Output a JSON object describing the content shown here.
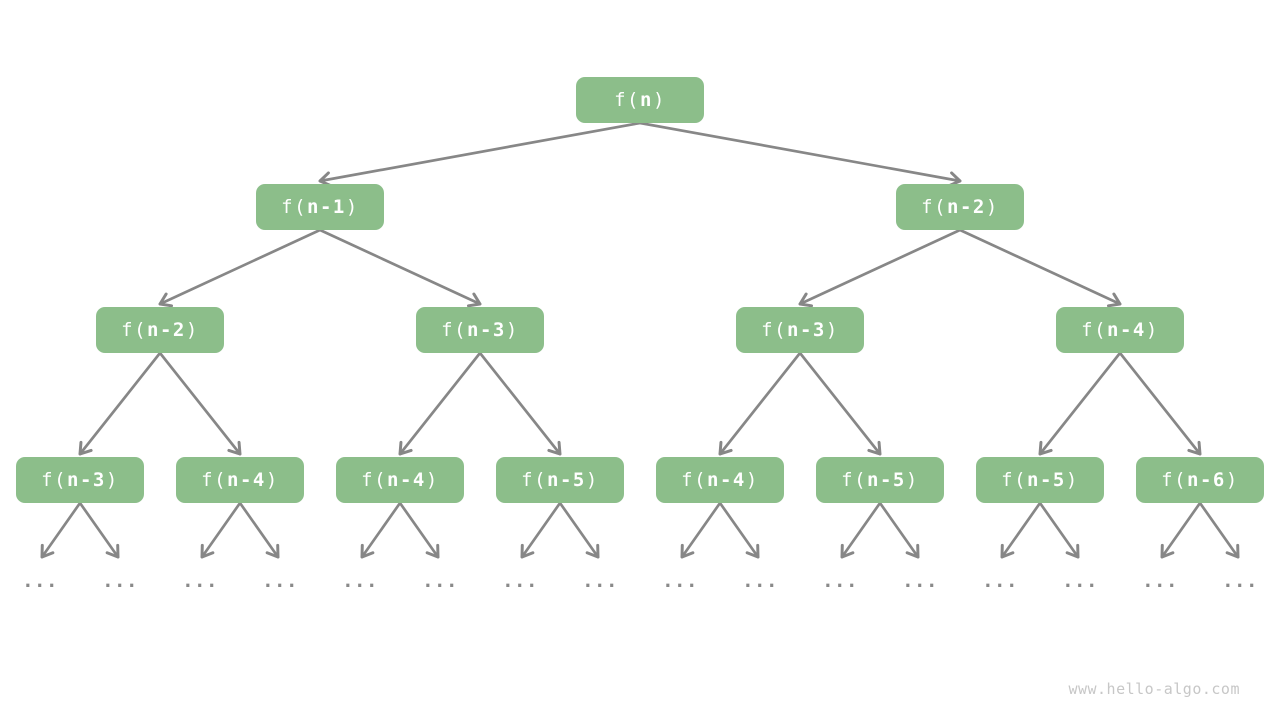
{
  "canvas": {
    "background": "#ffffff"
  },
  "colors": {
    "node_fill": "#8cbe8a",
    "node_text": "#ffffff",
    "edge": "#878787",
    "ellipsis": "#8a8a8a",
    "watermark": "#c7c7c7"
  },
  "tree": {
    "levels": [
      [
        "f(n)"
      ],
      [
        "f(n-1)",
        "f(n-2)"
      ],
      [
        "f(n-2)",
        "f(n-3)",
        "f(n-3)",
        "f(n-4)"
      ],
      [
        "f(n-3)",
        "f(n-4)",
        "f(n-4)",
        "f(n-5)",
        "f(n-4)",
        "f(n-5)",
        "f(n-5)",
        "f(n-6)"
      ]
    ],
    "leaf_ellipsis": "..."
  },
  "watermark": {
    "text": "www.hello-algo.com"
  }
}
